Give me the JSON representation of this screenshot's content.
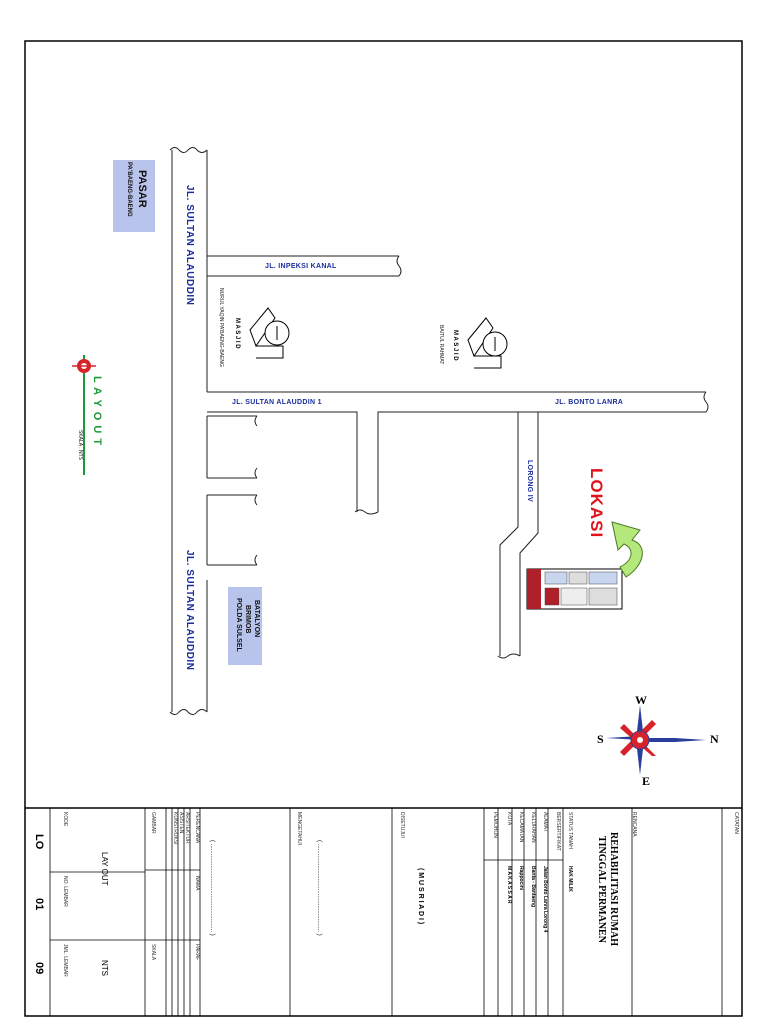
{
  "colors": {
    "road_label": "#1a2e9e",
    "label_box": "#b9c4ec",
    "lokasi": "#e0121c",
    "arrow": "#b4e87a",
    "compass_red": "#d8232a",
    "compass_blue": "#2c3e9c",
    "layout_green": "#1d9a3a",
    "layout_target": "#d8232a"
  },
  "map": {
    "roads": {
      "sultan_alauddin_top": "JL. SULTAN ALAUDDIN",
      "sultan_alauddin_bottom": "JL. SULTAN ALAUDDIN",
      "inpeksi_kanal": "JL. INPEKSI KANAL",
      "sultan_alauddin_1": "JL. SULTAN ALAUDDIN 1",
      "bonto_lanra": "JL. BONTO LANRA",
      "lorong_iv": "LORONG IV"
    },
    "pasar": {
      "title": "PASAR",
      "subtitle": "PA'BAENG-BAENG"
    },
    "batalyon": {
      "line1": "BATALYON",
      "line2": "BRIMOB",
      "line3": "POLDA SULSEL"
    },
    "masjid1": {
      "title": "M A S J I D",
      "name": "NURUL YAQIN PA'BAENG-BAENG"
    },
    "masjid2": {
      "title": "M A S J I D",
      "name": "BAITUL RAHMAT"
    },
    "lokasi": "LOKASI",
    "layout_title": "L A Y O U T",
    "layout_scale": "SKALA : NTS",
    "compass": {
      "n": "N",
      "s": "S",
      "e": "E",
      "w": "W"
    }
  },
  "title_block": {
    "catatan": "CATATAN",
    "rencana_label": "RENCANA",
    "rencana_line1": "REHABILITASI RUMAH",
    "rencana_line2": "TINGGAL PERMANEN",
    "rows": [
      {
        "label": "STATUS TANAH",
        "value": "HAK MILIK"
      },
      {
        "label": "BERSERTIFIKAT",
        "value": ""
      },
      {
        "label": "ALAMAT",
        "value": "Jalan Bonto Lanra Lorong 4"
      },
      {
        "label": "KELURAHAN",
        "value": "Banta - Bantaeng"
      },
      {
        "label": "KECAMATAN",
        "value": "Rappocini"
      },
      {
        "label": "KOTA",
        "value": "M A K A S S A R"
      }
    ],
    "pemohon_label": "PEMOHON",
    "disetujui_label": "DISETUJUI",
    "disetujui_name": "( M U S R I A D I )",
    "mengetahui_label": "MENGETAHUI",
    "mengetahui_name": "( ..................................................... )",
    "perencana_name": "( ..................................................... )",
    "team": [
      "PERENCANA",
      "ARSITEKTUR",
      "ASISTEN",
      "KONSTRUKSI",
      "GAMBAR"
    ],
    "nama_label": "NAMA",
    "paraf_label": "PARAF",
    "drawing_title": "LAY OUT",
    "skala_label": "SKALA",
    "skala_value": "NTS",
    "kode_label": "KODE",
    "kode_value": "LO",
    "no_lembar_label": "NO. LEMBAR",
    "no_lembar_value": "01",
    "jml_lembar_label": "JML. LEMBAR",
    "jml_lembar_value": "09"
  }
}
